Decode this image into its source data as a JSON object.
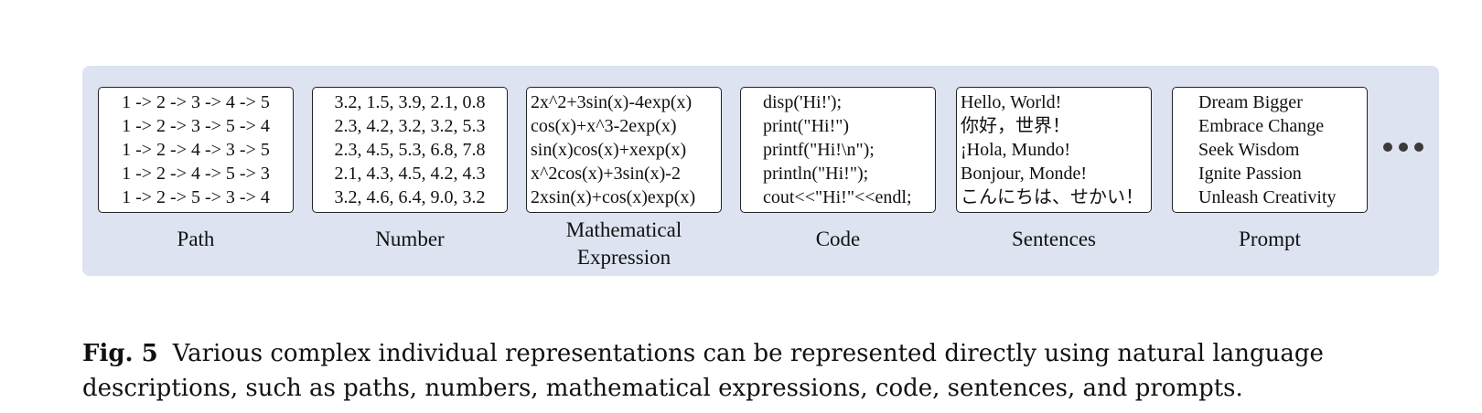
{
  "columns": [
    {
      "label": "Path",
      "lines": [
        "1 -> 2 -> 3 -> 4 -> 5",
        "1 -> 2 -> 3 -> 5 -> 4",
        "1 -> 2 -> 4 -> 3 -> 5",
        "1 -> 2 -> 4 -> 5 -> 3",
        "1 -> 2 -> 5 -> 3 -> 4"
      ]
    },
    {
      "label": "Number",
      "lines": [
        "3.2, 1.5, 3.9, 2.1, 0.8",
        "2.3, 4.2, 3.2, 3.2, 5.3",
        "2.3, 4.5, 5.3, 6.8, 7.8",
        "2.1, 4.3, 4.5, 4.2, 4.3",
        "3.2, 4.6, 6.4, 9.0, 3.2"
      ]
    },
    {
      "label": "Mathematical Expression",
      "lines": [
        "2x^2+3sin(x)-4exp(x)",
        "cos(x)+x^3-2exp(x)",
        "sin(x)cos(x)+xexp(x)",
        "x^2cos(x)+3sin(x)-2",
        "2xsin(x)+cos(x)exp(x)"
      ]
    },
    {
      "label": "Code",
      "lines": [
        "disp('Hi!');",
        "print(\"Hi!\")",
        "printf(\"Hi!\\n\");",
        "println(\"Hi!\");",
        "cout<<\"Hi!\"<<endl;"
      ]
    },
    {
      "label": "Sentences",
      "lines": [
        "Hello, World!",
        "你好，世界！",
        "¡Hola, Mundo!",
        "Bonjour, Monde!",
        "こんにちは、せかい！"
      ]
    },
    {
      "label": "Prompt",
      "lines": [
        "Dream Bigger",
        "Embrace Change",
        "Seek Wisdom",
        "Ignite Passion",
        "Unleash Creativity"
      ]
    }
  ],
  "caption": {
    "label": "Fig. 5",
    "text": "Various complex individual representations can be represented directly using natural language descriptions, such as paths, numbers, mathematical expressions, code, sentences, and prompts."
  }
}
